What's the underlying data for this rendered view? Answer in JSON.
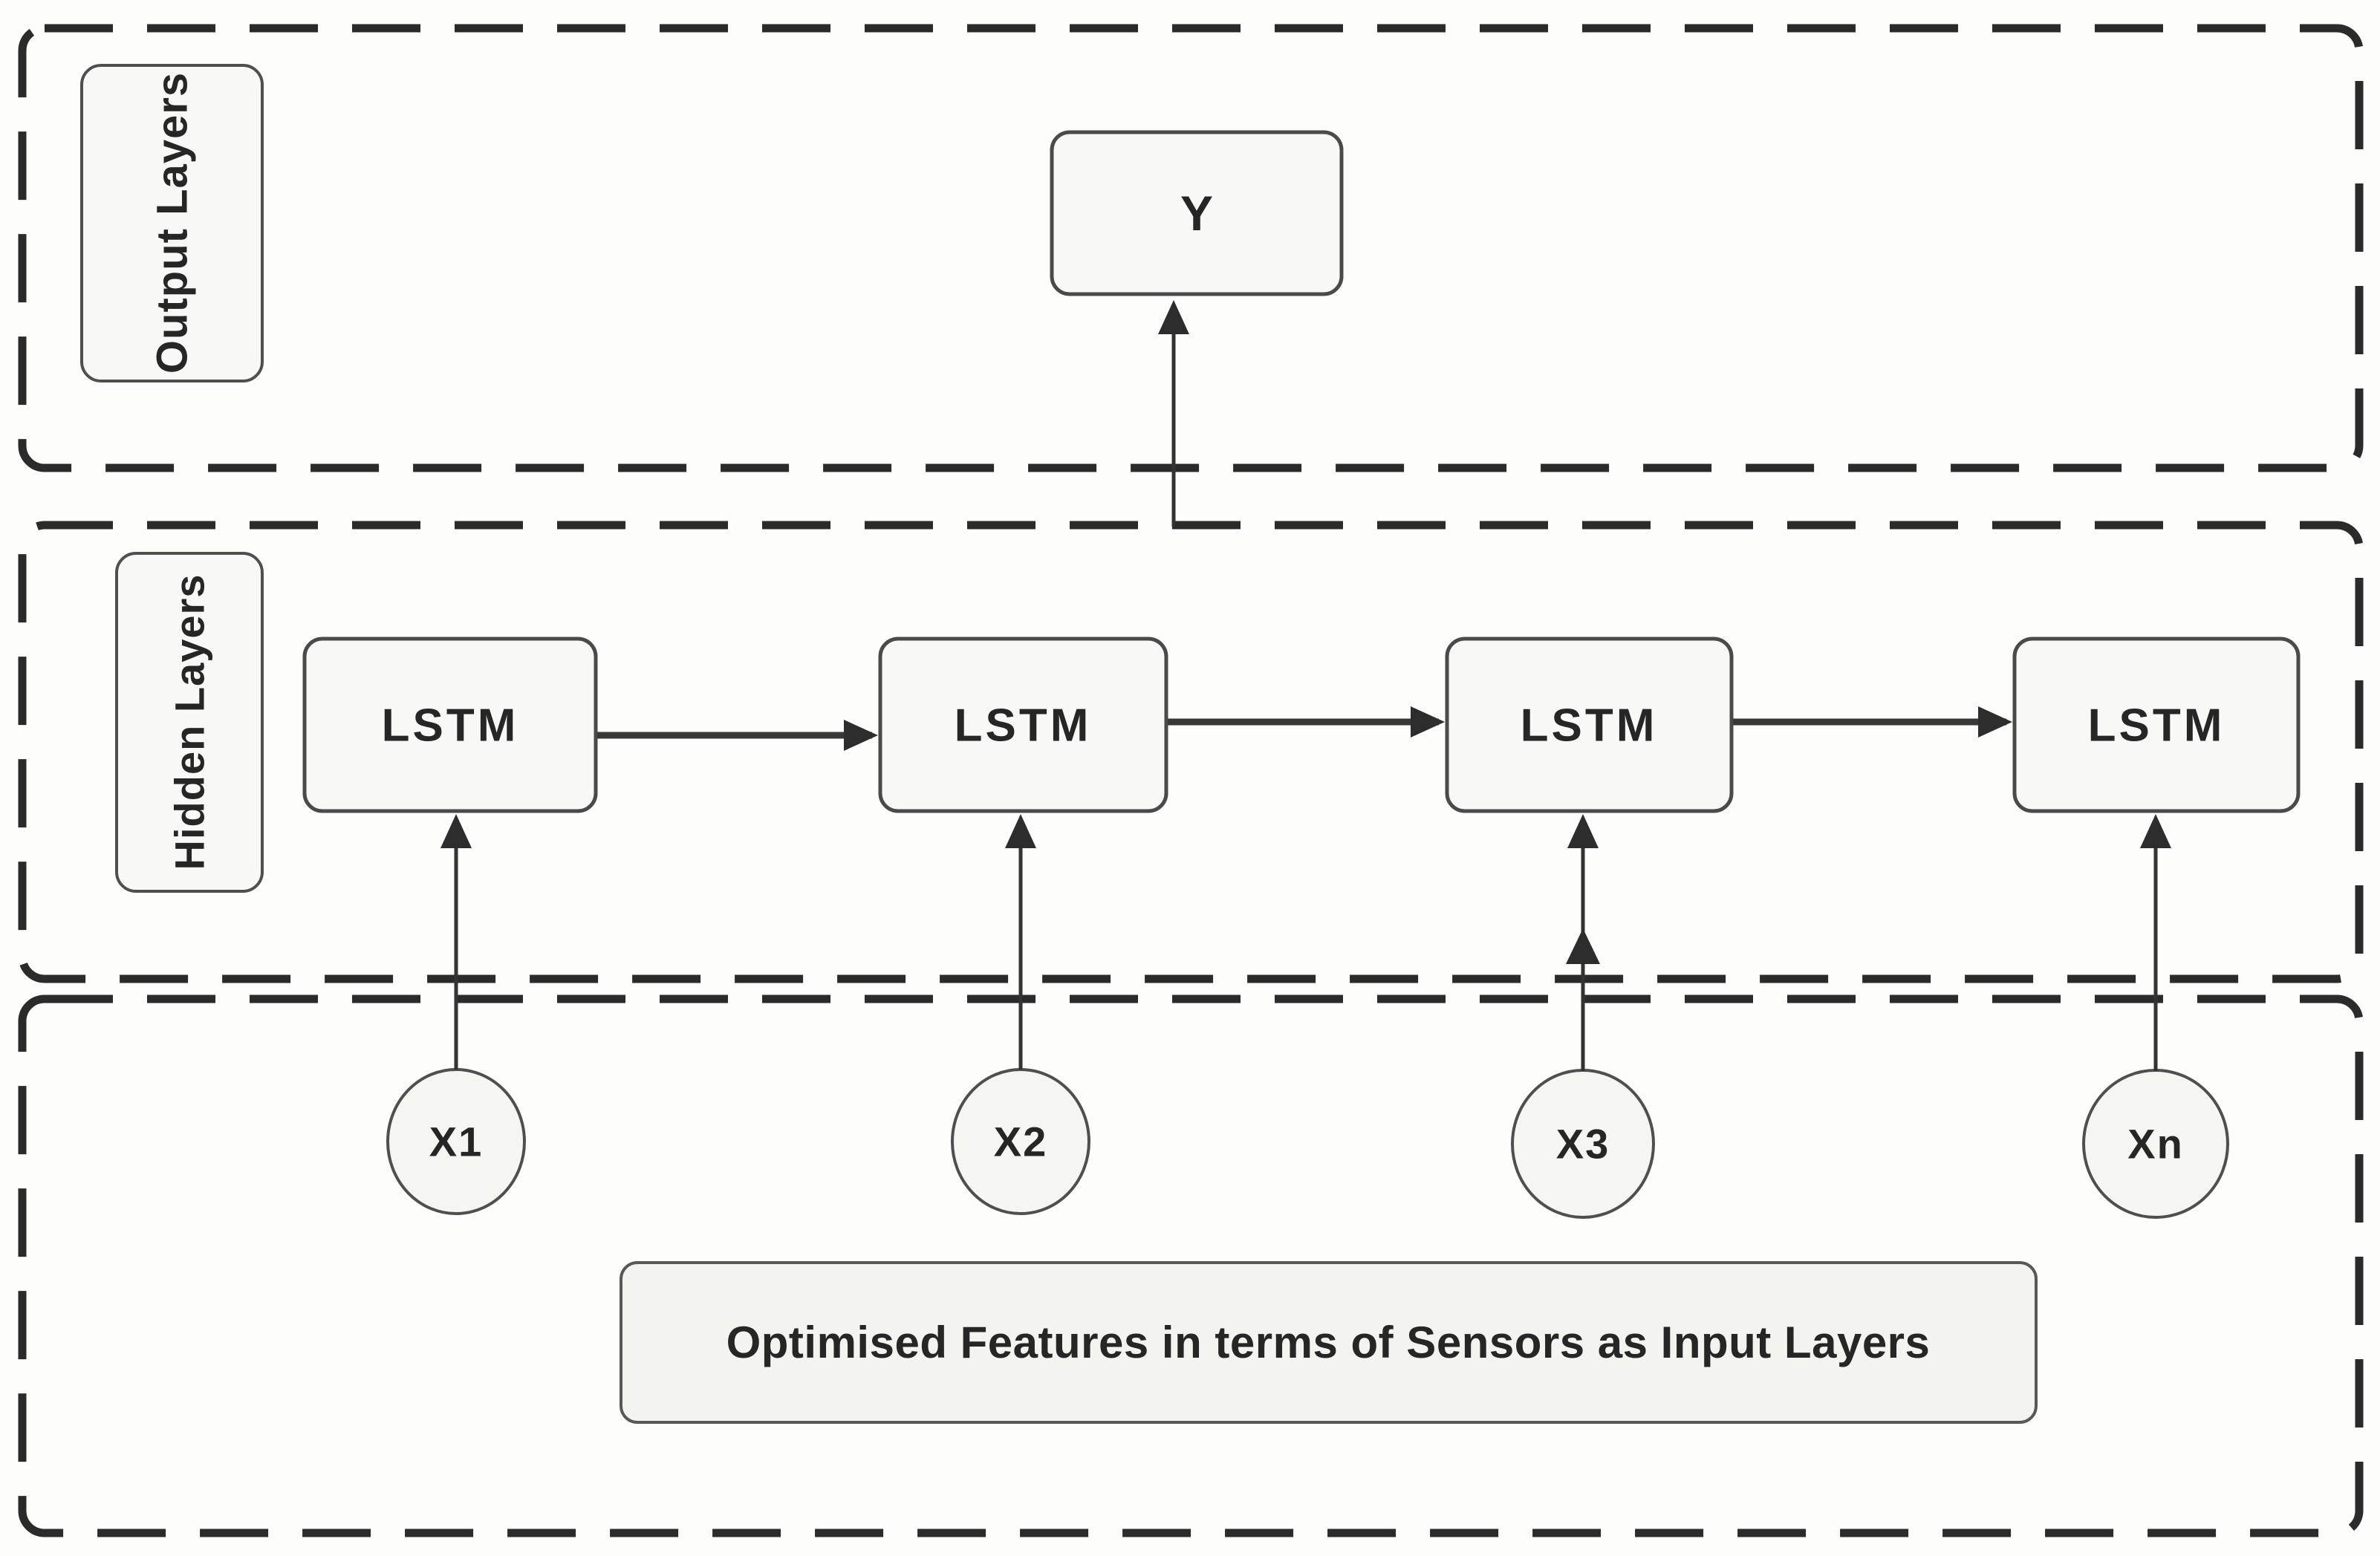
{
  "colors": {
    "background": "#fdfdfc",
    "dashed_border": "#2b2b2b",
    "node_border": "#4a4a4a",
    "node_fill": "#f8f8f6",
    "circle_fill": "#f5f6f2",
    "caption_fill": "#f3f4ef",
    "text": "#262626",
    "arrow": "#333333"
  },
  "layers": {
    "output": {
      "label": "Output Layers",
      "node": {
        "label": "Y"
      }
    },
    "hidden": {
      "label": "Hidden Layers",
      "nodes": [
        {
          "label": "LSTM"
        },
        {
          "label": "LSTM"
        },
        {
          "label": "LSTM"
        },
        {
          "label": "LSTM"
        }
      ]
    },
    "input": {
      "caption": "Optimised Features in terms of Sensors as Input Layers",
      "nodes": [
        {
          "label": "X1"
        },
        {
          "label": "X2"
        },
        {
          "label": "X3"
        },
        {
          "label": "Xn"
        }
      ]
    }
  }
}
